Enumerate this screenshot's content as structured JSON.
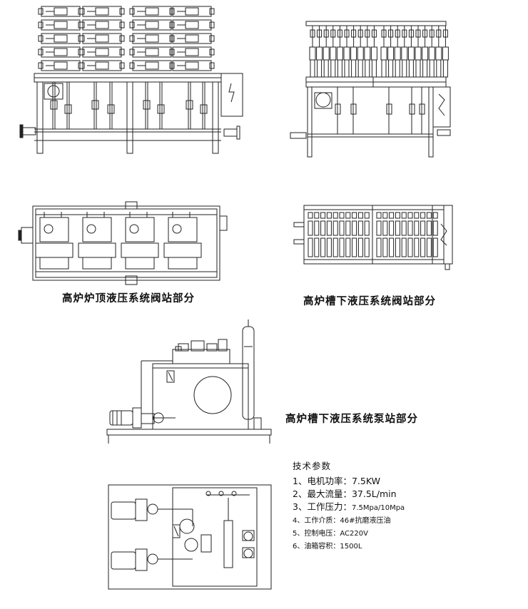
{
  "captions": {
    "top_station": "高炉炉顶液压系统阀站部分",
    "trough_station": "高炉槽下液压系统阀站部分",
    "pump_station": "高炉槽下液压系统泵站部分"
  },
  "specs": {
    "title": "技术参数",
    "items": [
      {
        "label": "1、电机功率：",
        "value": "7.5KW"
      },
      {
        "label": "2、最大流量：",
        "value": "37.5L/min"
      },
      {
        "label": "3、工作压力：",
        "value": "7.5Mpa/10Mpa"
      },
      {
        "label": "4、工作介质：",
        "value": "46#抗磨液压油"
      },
      {
        "label": "5、控制电压：",
        "value": "AC220V"
      },
      {
        "label": "6、油箱容积：",
        "value": "1500L"
      }
    ]
  }
}
